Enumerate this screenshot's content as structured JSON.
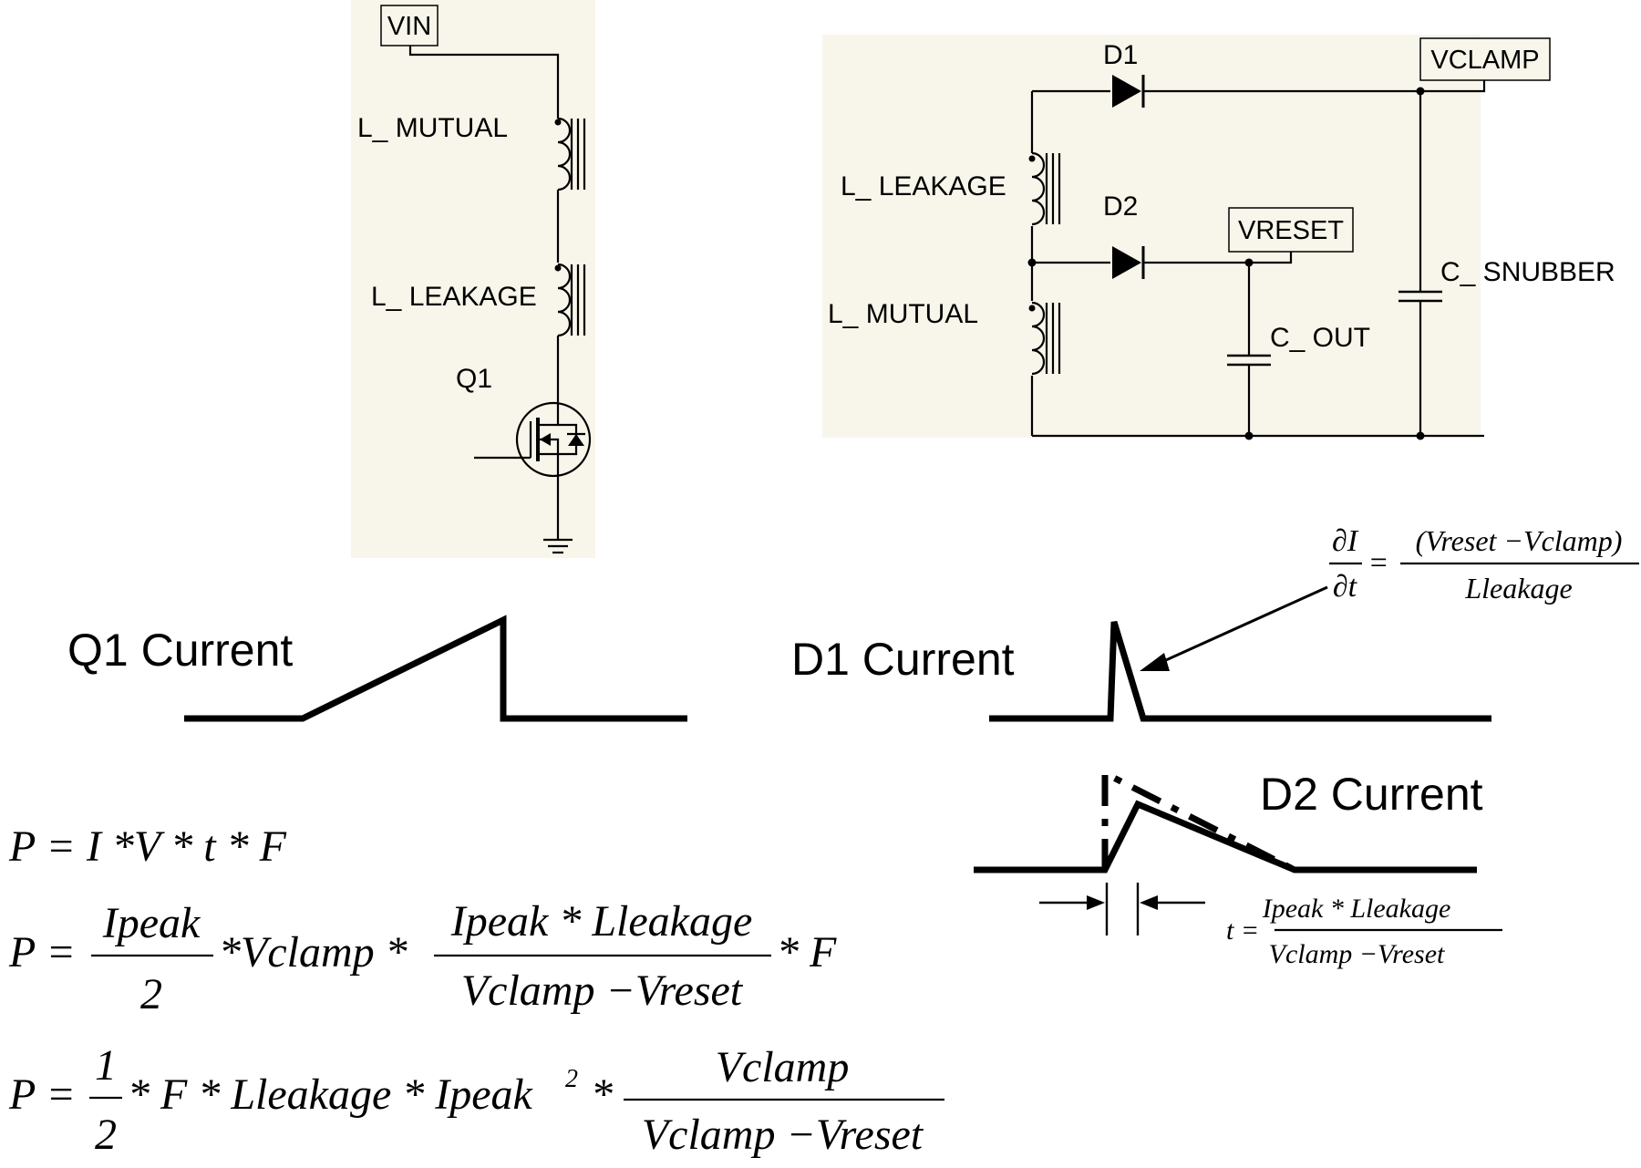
{
  "left_schematic": {
    "vin_label": "VIN",
    "l_mutual": "L_ MUTUAL",
    "l_leakage": "L_ LEAKAGE",
    "q1": "Q1"
  },
  "right_schematic": {
    "d1": "D1",
    "d2": "D2",
    "vclamp_label": "VCLAMP",
    "vreset_label": "VRESET",
    "l_leakage": "L_ LEAKAGE",
    "l_mutual": "L_ MUTUAL",
    "c_out": "C_ OUT",
    "c_snubber": "C_ SNUBBER"
  },
  "waveforms": {
    "q1_current": "Q1 Current",
    "d1_current": "D1 Current",
    "d2_current": "D2 Current"
  },
  "formulas": {
    "didt": {
      "num": "∂I",
      "den": "∂t",
      "eq": "=",
      "rhs_num": "(Vreset −Vclamp)",
      "rhs_den": "Lleakage"
    },
    "t_formula": {
      "lhs": "t =",
      "num": "Ipeak * Lleakage",
      "den": "Vclamp −Vreset"
    },
    "p1": "P = I *V * t * F",
    "p2": {
      "lhs": "P =",
      "f1_num": "Ipeak",
      "f1_den": "2",
      "mid": "*Vclamp *",
      "f2_num": "Ipeak * Lleakage",
      "f2_den": "Vclamp −Vreset",
      "tail": "* F"
    },
    "p3": {
      "lhs": "P =",
      "f1_num": "1",
      "f1_den": "2",
      "mid": "* F * Lleakage * Ipeak",
      "sup": "2",
      "star": "*",
      "f2_num": "Vclamp",
      "f2_den": "Vclamp −Vreset"
    }
  },
  "colors": {
    "schematic_background": "#f8f5ea",
    "ink": "#000000"
  }
}
